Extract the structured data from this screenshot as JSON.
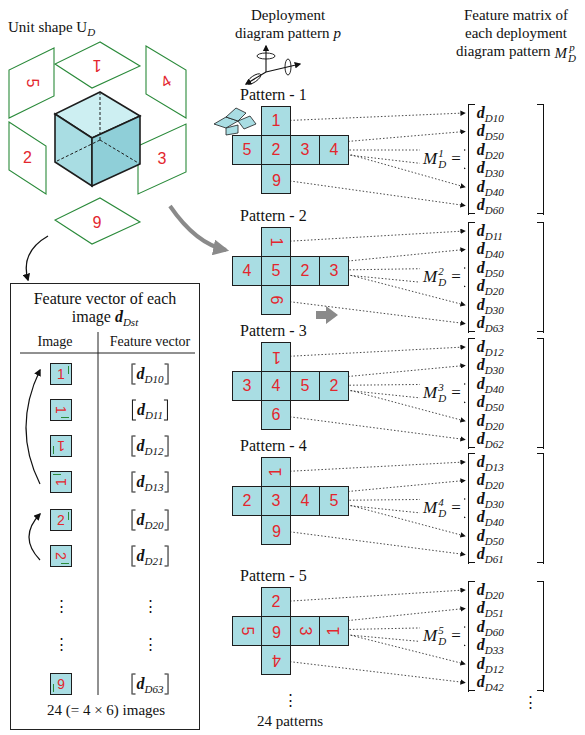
{
  "diagram": {
    "nodes": [
      {
        "text": [
          "1"
        ]
      },
      {
        "text": [
          "5"
        ]
      },
      {
        "text": [
          "2"
        ]
      },
      {
        "text": [
          "3"
        ]
      },
      {
        "text": [
          "4"
        ]
      },
      {
        "text": [
          "6"
        ]
      },
      {
        "text": [
          "1"
        ]
      },
      {
        "text": [
          "4"
        ]
      },
      {
        "text": [
          "5"
        ]
      },
      {
        "text": [
          "2"
        ]
      },
      {
        "text": [
          "3"
        ]
      },
      {
        "text": [
          "6"
        ]
      },
      {
        "text": [
          "1"
        ]
      },
      {
        "text": [
          "3"
        ]
      },
      {
        "text": [
          "4"
        ]
      },
      {
        "text": [
          "5"
        ]
      },
      {
        "text": [
          "2"
        ]
      },
      {
        "text": [
          "6"
        ]
      },
      {
        "text": [
          "1"
        ]
      },
      {
        "text": [
          "2"
        ]
      },
      {
        "text": [
          "3"
        ]
      },
      {
        "text": [
          "4"
        ]
      },
      {
        "text": [
          "5"
        ]
      },
      {
        "text": [
          "6"
        ]
      },
      {
        "text": [
          "2"
        ]
      },
      {
        "text": [
          "5"
        ]
      },
      {
        "text": [
          "6"
        ]
      },
      {
        "text": [
          "3"
        ]
      },
      {
        "text": [
          "1"
        ]
      },
      {
        "text": [
          "4"
        ]
      },
      {
        "text": [
          "Feature vector of each image",
          "d",
          "Dst",
          "Image",
          "Feature vector",
          "d",
          "D10",
          "d",
          "D11",
          "d",
          "D12",
          "d",
          "D13",
          "d",
          "D20",
          "d",
          "D21",
          "⋮",
          "⋮",
          "⋮",
          "⋮",
          "d",
          "D63",
          "24 (= 4 × 6) images"
        ]
      },
      {
        "text": [
          "1"
        ],
        "in": 30
      },
      {
        "text": [
          "1"
        ],
        "in": 30
      },
      {
        "text": [
          "1"
        ],
        "in": 30
      },
      {
        "text": [
          "1"
        ],
        "in": 30
      },
      {
        "text": [
          "2"
        ],
        "in": 30
      },
      {
        "text": [
          "2"
        ],
        "in": 30
      },
      {
        "text": [
          "6"
        ],
        "in": 30
      }
    ],
    "labels": [
      "Unit shape U",
      "D",
      "Deployment diagram pattern",
      "p",
      "Feature matrix of each deployment diagram pattern",
      "M",
      "p",
      "D",
      "1",
      "4",
      "5",
      "2",
      "3",
      "6",
      "Pattern - 1",
      "M",
      "1",
      "D",
      "=",
      "d",
      "D10",
      "d",
      "D50",
      "d",
      "D20",
      "d",
      "D30",
      "d",
      "D40",
      "d",
      "D60",
      "Pattern - 2",
      "M",
      "2",
      "D",
      "=",
      "d",
      "D11",
      "d",
      "D40",
      "d",
      "D50",
      "d",
      "D20",
      "d",
      "D30",
      "d",
      "D63",
      "Pattern - 3",
      "M",
      "3",
      "D",
      "=",
      "d",
      "D12",
      "d",
      "D30",
      "d",
      "D40",
      "d",
      "D50",
      "d",
      "D20",
      "d",
      "D62",
      "Pattern - 4",
      "M",
      "4",
      "D",
      "=",
      "d",
      "D13",
      "d",
      "D20",
      "d",
      "D30",
      "d",
      "D40",
      "d",
      "D50",
      "d",
      "D61",
      "Pattern - 5",
      "M",
      "5",
      "D",
      "=",
      "d",
      "D20",
      "d",
      "D51",
      "d",
      "D60",
      "d",
      "D33",
      "d",
      "D12",
      "d",
      "D42",
      "⋮",
      "24 patterns",
      "⋮"
    ]
  }
}
